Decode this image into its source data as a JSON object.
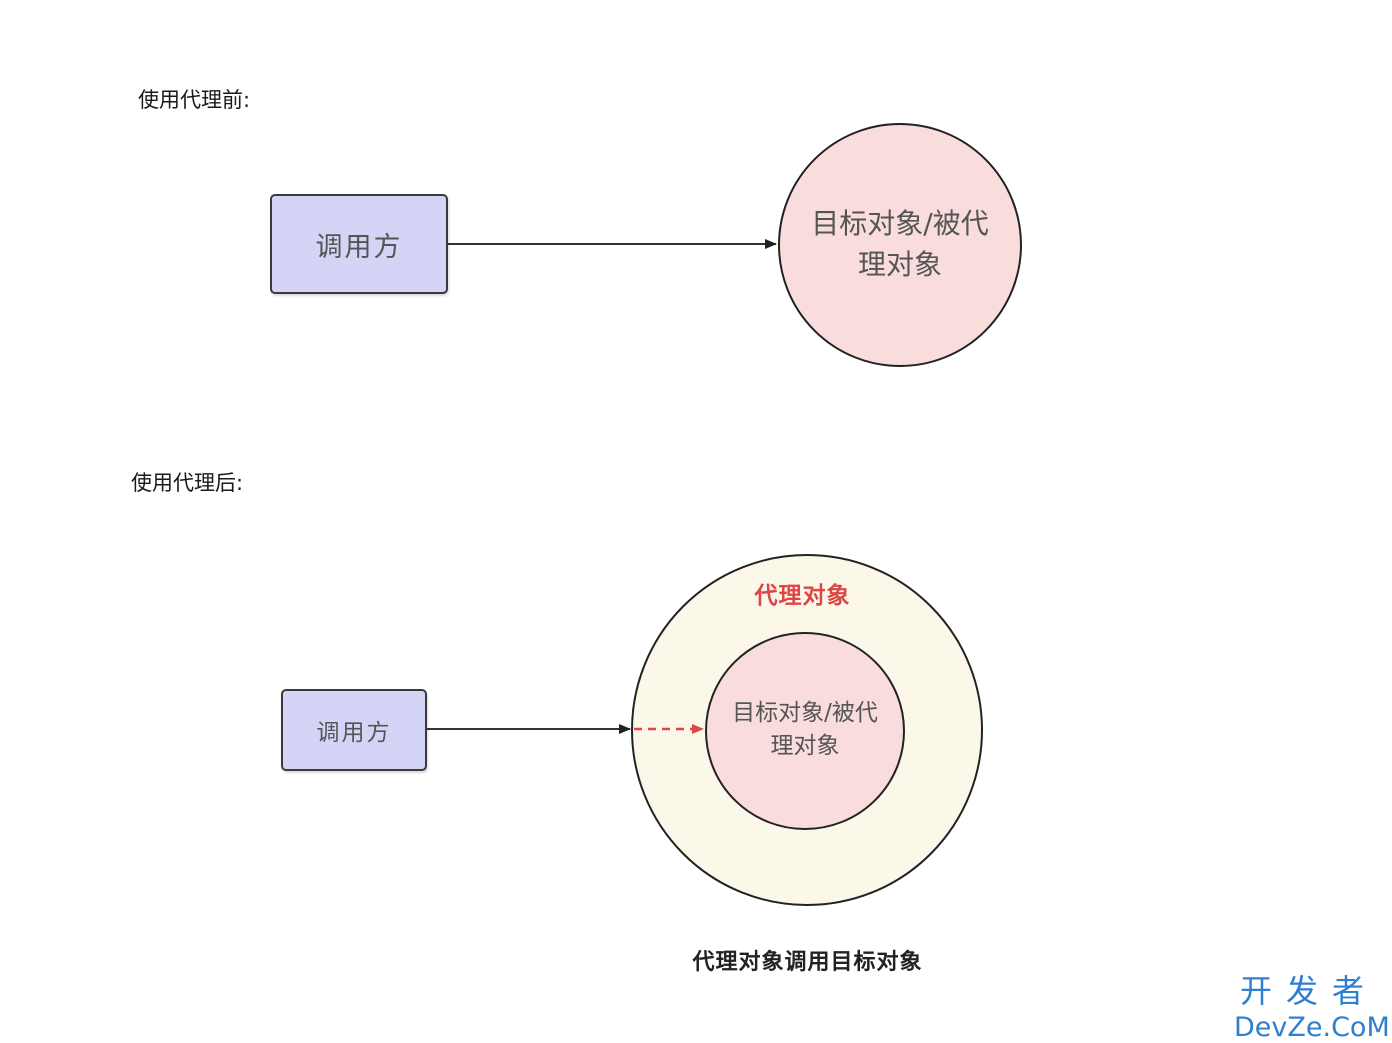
{
  "before": {
    "label": "使用代理前:",
    "caller": "调用方",
    "target_line1": "目标对象/被代",
    "target_line2": "理对象"
  },
  "after": {
    "label": "使用代理后:",
    "caller": "调用方",
    "proxy": "代理对象",
    "target_line1": "目标对象/被代",
    "target_line2": "理对象",
    "caption": "代理对象调用目标对象"
  },
  "watermark": {
    "line1": "开发者",
    "line2": "DevZe.CoM"
  },
  "colors": {
    "caller_fill": "#d4d4f7",
    "target_fill": "#f9dcdc",
    "proxy_fill": "#fbf8ea",
    "proxy_text": "#e04545",
    "dashed_arrow": "#e04545",
    "watermark": "#2f7fd0"
  }
}
